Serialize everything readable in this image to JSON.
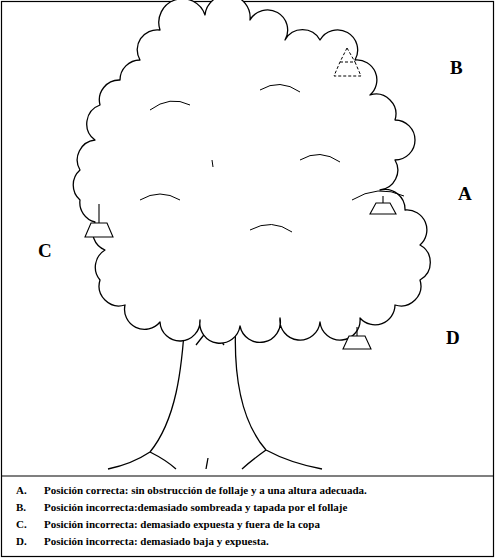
{
  "diagram": {
    "labels": [
      "B",
      "A",
      "C",
      "D",
      "A.",
      "Posición correcta: sin obstrucción de follaje y a una altura adecuada.",
      "B.",
      "Posición incorrecta:demasiado sombreada y tapada por el follaje",
      "C.",
      "Posición incorrecta: demasiado expuesta y fuera de la copa",
      "D.",
      "Posición incorrecta: demasiado baja y expuesta."
    ]
  }
}
